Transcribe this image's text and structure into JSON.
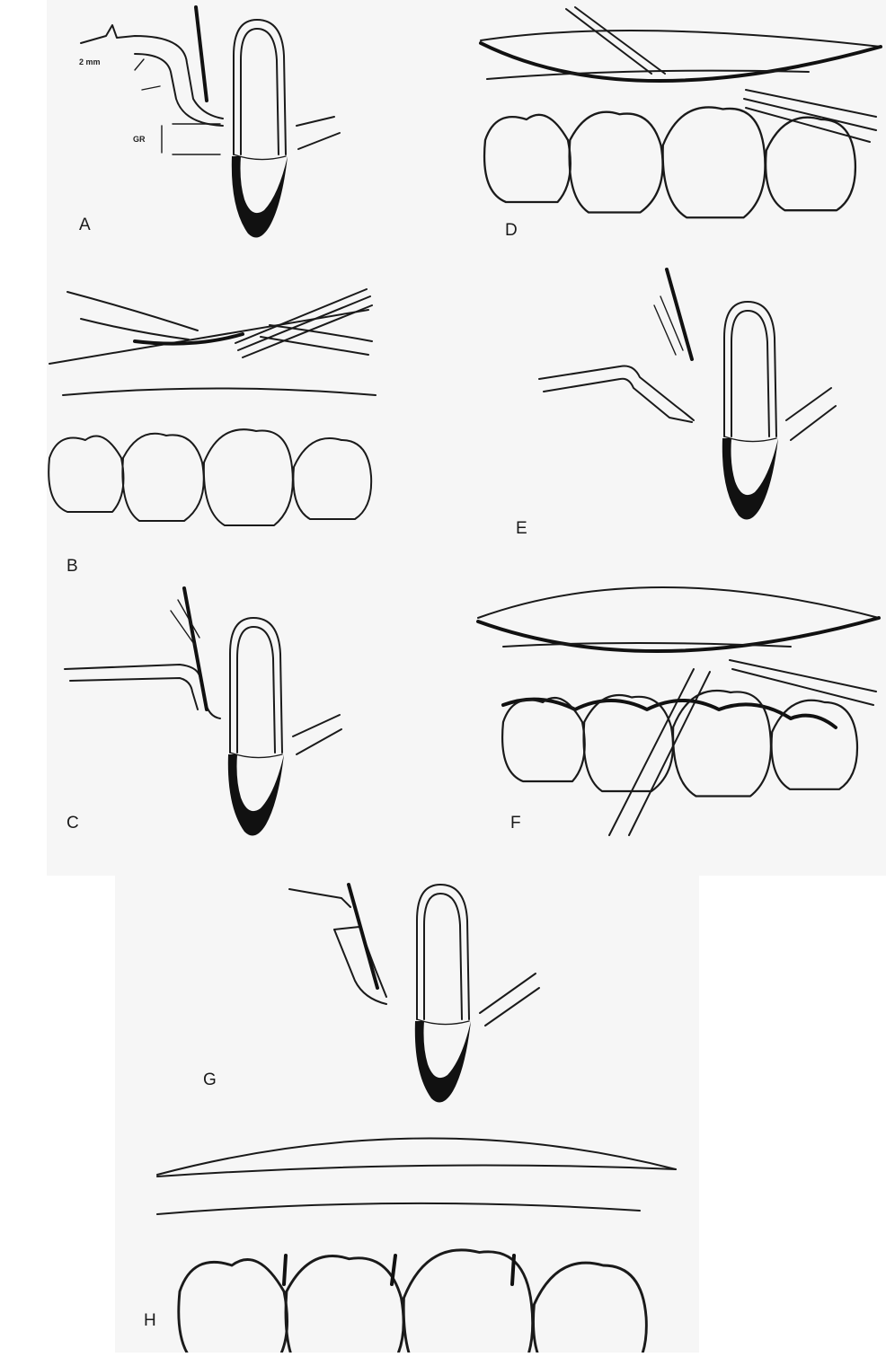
{
  "panels": {
    "a": {
      "label": "A",
      "dim_top": "2 mm",
      "dim_gr": "GR"
    },
    "b": {
      "label": "B"
    },
    "c": {
      "label": "C"
    },
    "d": {
      "label": "D"
    },
    "e": {
      "label": "E"
    },
    "f": {
      "label": "F"
    },
    "g": {
      "label": "G"
    },
    "h": {
      "label": "H"
    }
  },
  "colors": {
    "ink": "#1a1a1a",
    "background": "#ffffff",
    "panel_background": "#f6f6f6"
  }
}
